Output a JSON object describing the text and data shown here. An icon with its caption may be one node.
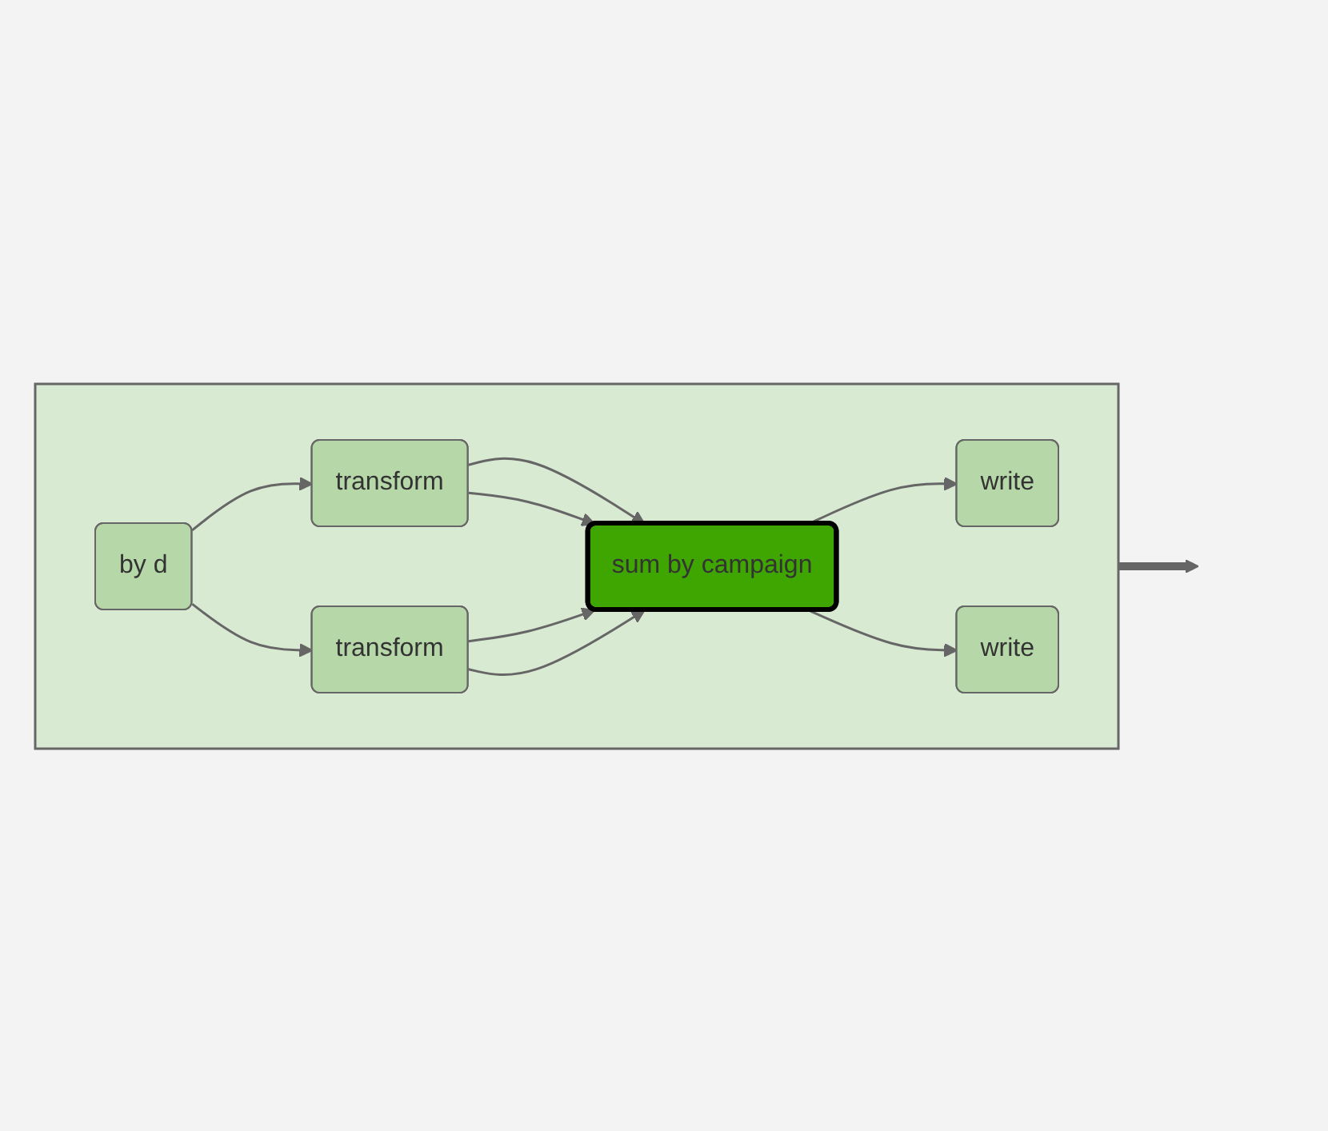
{
  "diagram": {
    "nodes": [
      {
        "text": [],
        "shape": "box"
      },
      {
        "text": [
          "by d"
        ],
        "in": 0
      },
      {
        "text": [
          "transform"
        ],
        "in": 0
      },
      {
        "text": [
          "transform"
        ],
        "in": 0
      },
      {
        "text": [
          "sum by campaign"
        ],
        "in": 0
      },
      {
        "text": [
          "write"
        ],
        "in": 0
      },
      {
        "text": [
          "write"
        ],
        "in": 0
      }
    ],
    "edges": [
      {
        "from": 1,
        "to": 2,
        "arrow": "to"
      },
      {
        "from": 1,
        "to": 3,
        "arrow": "to"
      },
      {
        "from": 2,
        "to": 4,
        "arrow": "to"
      },
      {
        "from": 2,
        "to": 4,
        "arrow": "to"
      },
      {
        "from": 3,
        "to": 4,
        "arrow": "to"
      },
      {
        "from": 3,
        "to": 4,
        "arrow": "to"
      },
      {
        "from": 4,
        "to": 5,
        "arrow": "to"
      },
      {
        "from": 4,
        "to": 6,
        "arrow": "to"
      },
      {
        "from": 0,
        "to": null,
        "arrow": "to",
        "style": "thick"
      }
    ]
  }
}
